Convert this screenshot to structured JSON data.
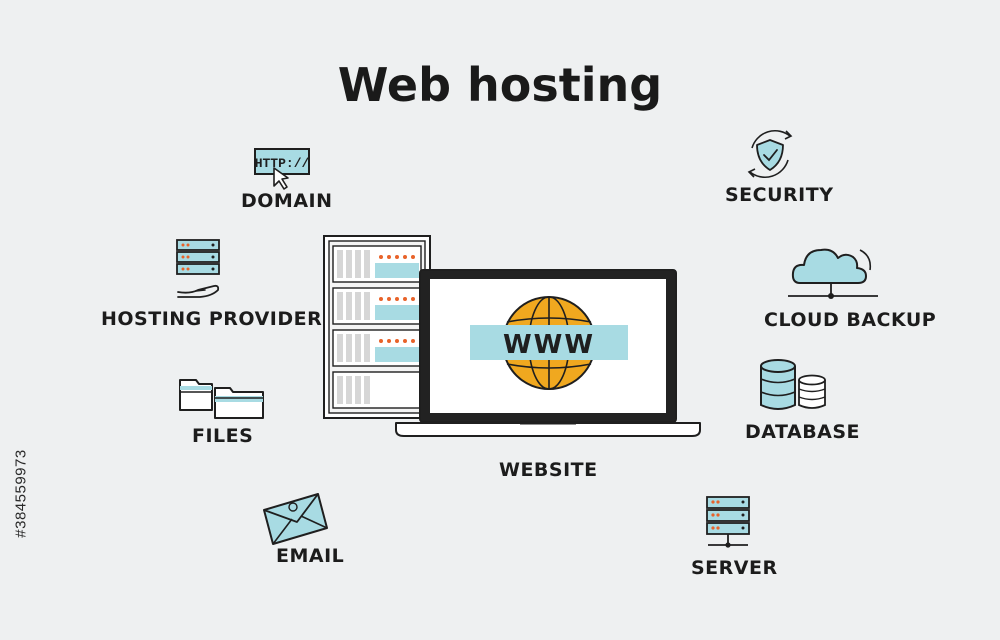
{
  "title": "Web hosting",
  "labels": {
    "domain": "DOMAIN",
    "hosting_provider": "HOSTING PROVIDER",
    "files": "FILES",
    "email": "EMAIL",
    "website": "WEBSITE",
    "security": "SECURITY",
    "cloud_backup": "CLOUD BACKUP",
    "database": "DATABASE",
    "server": "SERVER"
  },
  "icon_text": {
    "http": "HTTP://",
    "www": "WWW"
  },
  "side_id": "#384559973",
  "colors": {
    "background": "#eef0f1",
    "accent_cyan": "#a8dbe3",
    "accent_orange": "#f0a81f",
    "led_orange": "#e8632a",
    "stroke": "#1f1f1f"
  },
  "icons": [
    "http-domain-icon",
    "hosting-provider-icon",
    "files-icon",
    "email-icon",
    "server-rack-icon",
    "laptop-icon",
    "globe-icon",
    "security-shield-icon",
    "cloud-backup-icon",
    "database-icon",
    "server-icon"
  ]
}
